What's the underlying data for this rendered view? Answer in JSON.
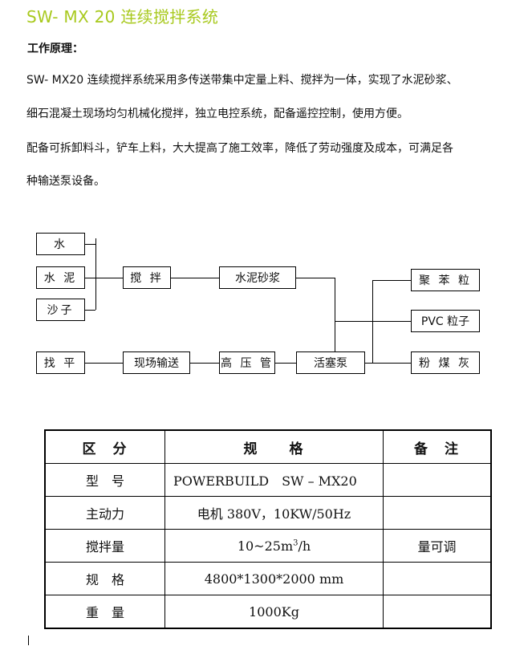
{
  "doc": {
    "title": "SW- MX 20 连续搅拌系统",
    "heading": "工作原理：",
    "paragraphs": [
      "SW- MX20 连续搅拌系统采用多传送带集中定量上料、搅拌为一体，实现了水泥砂浆、",
      "细石混凝土现场均匀机械化搅拌，独立电控系统，配备遥控控制，使用方便。",
      "配备可拆卸料斗，铲车上料，大大提高了施工效率，降低了劳动强度及成本，可满足各",
      "种输送泵设备。"
    ]
  },
  "flow": {
    "water": "水",
    "cement": "水 泥",
    "sand": "沙子",
    "mix": "搅 拌",
    "mortar": "水泥砂浆",
    "level": "找 平",
    "transport": "现场输送",
    "hp_pipe": "高 压 管",
    "pump": "活塞泵",
    "eps": "聚 苯 粒",
    "pvc": "PVC 粒子",
    "flyash": "粉 煤 灰"
  },
  "table": {
    "headers": [
      "区　分",
      "规　　格",
      "备　注"
    ],
    "rows": [
      {
        "label": "型　号",
        "spec": "POWERBUILD　SW – MX20",
        "note": ""
      },
      {
        "label": "主动力",
        "spec": "电机 380V，10KW/50Hz",
        "note": ""
      },
      {
        "label": "搅拌量",
        "spec_main": "10~25m",
        "spec_sup": "3",
        "spec_tail": "/h",
        "note": "量可调"
      },
      {
        "label": "规　格",
        "spec": "4800*1300*2000 mm",
        "note": ""
      },
      {
        "label": "重　量",
        "spec": "1000Kg",
        "note": ""
      }
    ]
  }
}
